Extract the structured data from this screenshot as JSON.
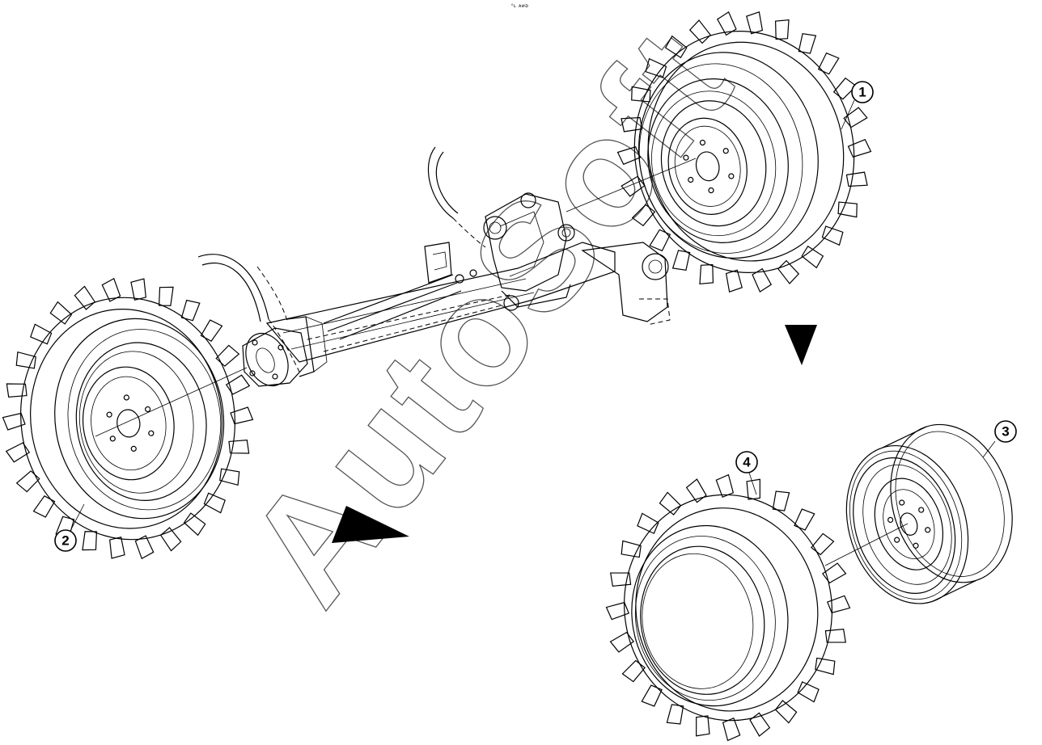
{
  "header": {
    "code": "⁰ʟ ᴀᴎᴅ"
  },
  "watermark": {
    "text": "AutoSoft"
  },
  "callouts": [
    {
      "label": "1",
      "part": "rear-wheel-assembly-right"
    },
    {
      "label": "2",
      "part": "rear-wheel-assembly-left"
    },
    {
      "label": "3",
      "part": "wheel-rim"
    },
    {
      "label": "4",
      "part": "tractor-tyre"
    }
  ]
}
